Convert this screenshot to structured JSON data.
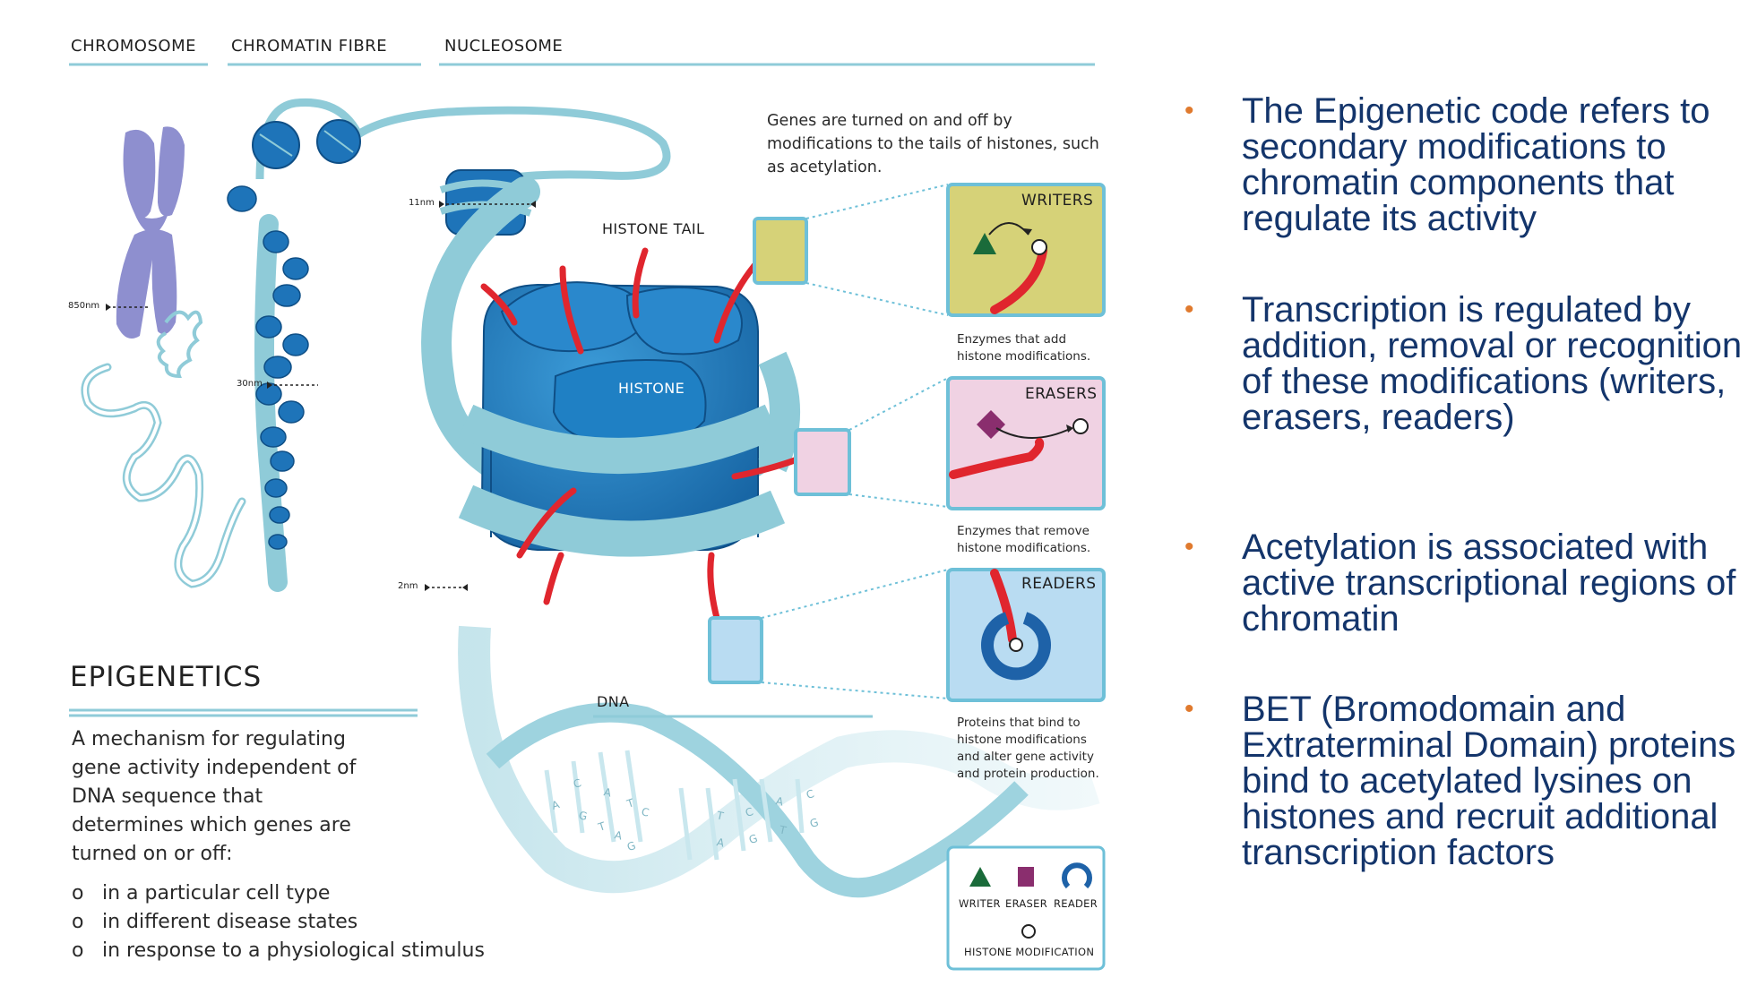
{
  "headers": {
    "chromosome": "CHROMOSOME",
    "chromatin_fibre": "CHROMATIN FIBRE",
    "nucleosome": "NUCLEOSOME"
  },
  "scale_labels": {
    "s850": "850nm",
    "s30": "30nm",
    "s11": "11nm",
    "s2": "2nm"
  },
  "diagram": {
    "intro": "Genes are turned on and off by modifications to the tails of histones, such as acetylation.",
    "histone_tail": "HISTONE TAIL",
    "histone": "HISTONE",
    "dna": "DNA",
    "dna_letters": [
      "C",
      "A",
      "T",
      "C",
      "A",
      "G",
      "T",
      "A",
      "G",
      "T",
      "C",
      "A",
      "C",
      "A",
      "G",
      "T",
      "G"
    ]
  },
  "boxes": {
    "writers": {
      "title": "WRITERS",
      "caption": "Enzymes that add histone modifications.",
      "fill": "#d6d278",
      "border": "#6ec0d8"
    },
    "erasers": {
      "title": "ERASERS",
      "caption": "Enzymes that remove histone modifications.",
      "fill": "#f0d2e3",
      "border": "#6ec0d8"
    },
    "readers": {
      "title": "READERS",
      "caption": "Proteins that bind to histone modifications and alter gene activity and protein production.",
      "fill": "#b9dcf2",
      "border": "#6ec0d8"
    }
  },
  "legend": {
    "writer": "WRITER",
    "eraser": "ERASER",
    "reader": "READER",
    "histone_modification": "HISTONE MODIFICATION"
  },
  "epigenetics": {
    "title": "EPIGENETICS",
    "description": "A mechanism for regulating gene activity independent of DNA sequence that determines which genes are turned on or off:",
    "list_marker": "o",
    "items": [
      "in a particular cell type",
      "in different disease states",
      "in response to a physiological stimulus"
    ]
  },
  "bullets": {
    "marker": "•",
    "items": [
      "The Epigenetic code refers to secondary modifications to chromatin components that regulate its activity",
      "Transcription is regulated by addition, removal or recognition of these modifications (writers, erasers, readers)",
      "Acetylation is associated with active transcriptional regions of chromatin",
      "BET (Bromodomain and Extraterminal Domain) proteins bind to acetylated lysines on histones and recruit additional transcription factors"
    ]
  },
  "colors": {
    "accent_blue": "#1e74b9",
    "light_teal": "#8fcbd8",
    "tail_red": "#e0262e",
    "chromosome_purple": "#8e8fcf",
    "bullet_orange": "#e07a2e",
    "bullet_text_navy": "#14356b",
    "writer_green": "#1a6b3a",
    "eraser_purple": "#8a2e6e",
    "reader_blue": "#1e62a8"
  }
}
